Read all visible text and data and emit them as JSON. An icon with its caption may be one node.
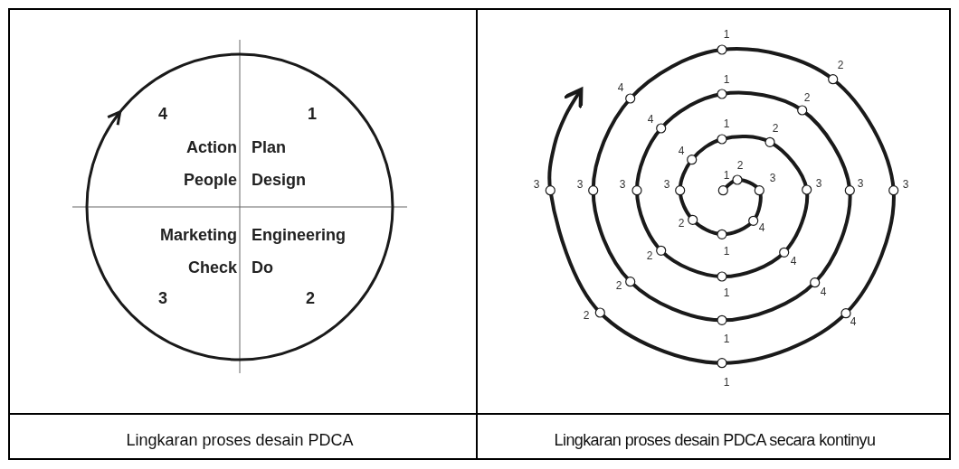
{
  "diagram": {
    "nodes": [
      {
        "text": [
          "4",
          "Action People",
          "1",
          "Plan Design",
          "Marketing Check",
          "3",
          "Engineering Do",
          "2"
        ]
      }
    ],
    "labels": [
      "1",
      "2",
      "3",
      "4",
      "1",
      "2",
      "3",
      "4",
      "1",
      "2",
      "3",
      "4",
      "1",
      "2",
      "3",
      "4",
      "1",
      "2",
      "3",
      "4",
      "1",
      "2",
      "3",
      "4",
      "1",
      "2",
      "3",
      "4",
      "1",
      "2",
      "3",
      "Lingkaran proses desain PDCA",
      "Lingkaran proses desain PDCA secara kontinyu"
    ]
  }
}
